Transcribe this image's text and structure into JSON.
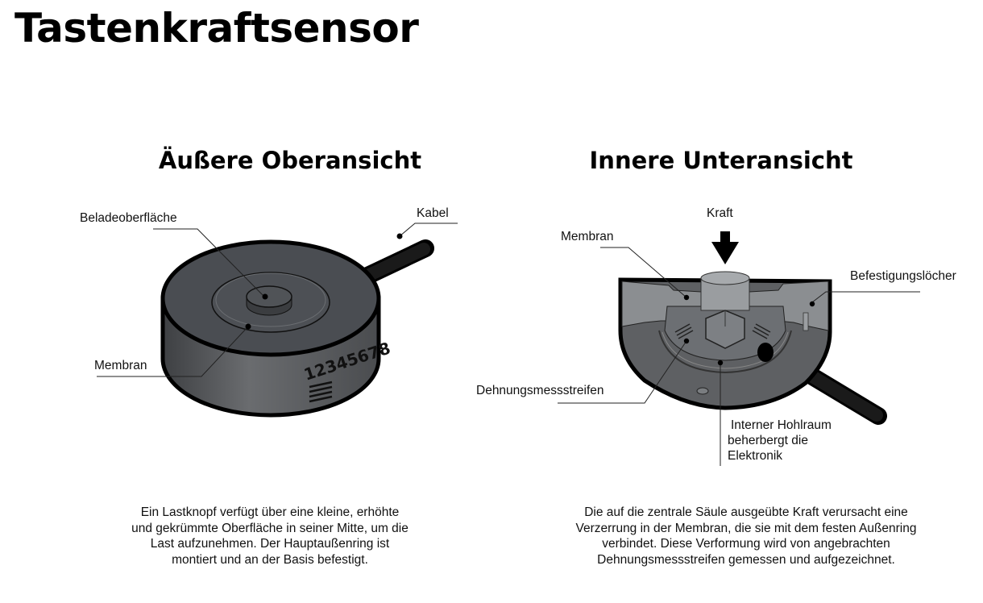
{
  "title": "Tastenkraftsensor",
  "left_panel": {
    "heading": "Äußere Oberansicht",
    "labels": {
      "loading_surface": "Beladeoberfläche",
      "cable": "Kabel",
      "membrane": "Membran"
    },
    "serial_number": "12345678",
    "description": "Ein Lastknopf verfügt über eine kleine, erhöhte und gekrümmte Oberfläche in seiner Mitte, um die Last aufzunehmen. Der Hauptaußenring ist montiert und an der Basis befestigt."
  },
  "right_panel": {
    "heading": "Innere Unteransicht",
    "labels": {
      "force": "Kraft",
      "membrane": "Membran",
      "mounting_holes": "Befestigungslöcher",
      "strain_gauges": "Dehnungsmessstreifen",
      "cavity_line1": "Interner Hohlraum",
      "cavity_line2": "beherbergt die",
      "cavity_line3": "Elektronik"
    },
    "description": "Die auf die zentrale Säule ausgeübte Kraft verursacht eine Verzerrung in der Membran, die sie mit dem festen Außenring verbindet. Diese Verformung wird von angebrachten Dehnungsmessstreifen gemessen und aufgezeichnet."
  },
  "colors": {
    "body_dark": "#4a4d52",
    "body_side": "#5c5e61",
    "outline": "#000000",
    "cut_face": "#8a8d90",
    "inner": "#6e7175"
  }
}
